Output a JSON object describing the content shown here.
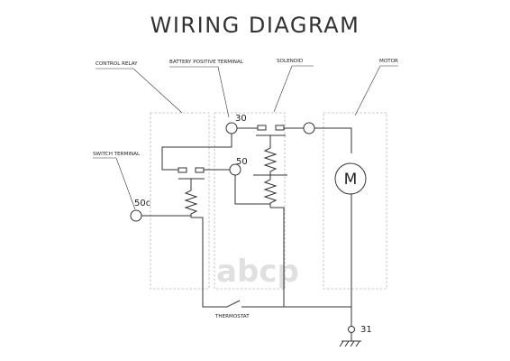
{
  "title": "WIRING DIAGRAM",
  "callouts": {
    "control_relay": "CONTROL RELAY",
    "battery_positive_terminal": "BATTERY POSITIVE TERMINAL",
    "solenoid": "SOLENOID",
    "motor": "MOTOR",
    "switch_terminal": "SWITCH TERMINAL",
    "thermostat": "THERMOSTAT"
  },
  "terminals": {
    "t30": "30",
    "t50": "50",
    "t50c": "50c",
    "t31": "31"
  },
  "motor_symbol": "M",
  "watermark": "abcp",
  "colors": {
    "line": "#333333",
    "dashed_box": "#b5b5b5",
    "watermark": "#e0e0e0"
  }
}
